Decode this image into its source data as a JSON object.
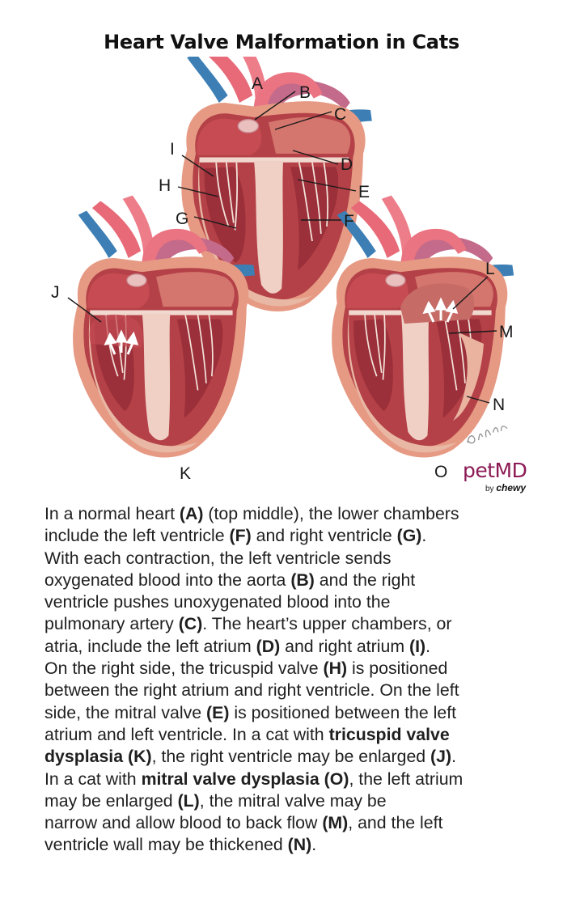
{
  "title": "Heart Valve Malformation in Cats",
  "labels": {
    "A": "A",
    "B": "B",
    "C": "C",
    "D": "D",
    "E": "E",
    "F": "F",
    "G": "G",
    "H": "H",
    "I": "I",
    "J": "J",
    "K": "K",
    "L": "L",
    "M": "M",
    "N": "N",
    "O": "O"
  },
  "brand": {
    "name": "petMD",
    "by": "by",
    "parent": "chewy"
  },
  "signature": "©Kayla 22",
  "description_lines": [
    [
      {
        "t": "In a normal heart "
      },
      {
        "t": "(A)",
        "b": true
      },
      {
        "t": " (top middle), the lower chambers"
      }
    ],
    [
      {
        "t": "include the left ventricle "
      },
      {
        "t": "(F)",
        "b": true
      },
      {
        "t": " and right ventricle "
      },
      {
        "t": "(G)",
        "b": true
      },
      {
        "t": "."
      }
    ],
    [
      {
        "t": "With each contraction, the left ventricle sends"
      }
    ],
    [
      {
        "t": "oxygenated blood into the aorta "
      },
      {
        "t": "(B)",
        "b": true
      },
      {
        "t": " and the right"
      }
    ],
    [
      {
        "t": "ventricle pushes unoxygenated blood into the"
      }
    ],
    [
      {
        "t": "pulmonary artery "
      },
      {
        "t": "(C)",
        "b": true
      },
      {
        "t": ". The heart’s upper chambers, or"
      }
    ],
    [
      {
        "t": "atria, include the left atrium "
      },
      {
        "t": "(D)",
        "b": true
      },
      {
        "t": " and right atrium "
      },
      {
        "t": "(I)",
        "b": true
      },
      {
        "t": "."
      }
    ],
    [
      {
        "t": "On the right side, the tricuspid valve "
      },
      {
        "t": "(H)",
        "b": true
      },
      {
        "t": " is positioned"
      }
    ],
    [
      {
        "t": "between the right atrium and right ventricle. On the left"
      }
    ],
    [
      {
        "t": "side, the mitral valve "
      },
      {
        "t": "(E)",
        "b": true
      },
      {
        "t": " is positioned between the left"
      }
    ],
    [
      {
        "t": "atrium and left ventricle. In a cat with "
      },
      {
        "t": "tricuspid valve",
        "b": true
      }
    ],
    [
      {
        "t": "dysplasia (K)",
        "b": true
      },
      {
        "t": ", the right ventricle may be enlarged "
      },
      {
        "t": "(J)",
        "b": true
      },
      {
        "t": "."
      }
    ],
    [
      {
        "t": "In a cat with "
      },
      {
        "t": "mitral valve dysplasia (O)",
        "b": true
      },
      {
        "t": ", the left atrium"
      }
    ],
    [
      {
        "t": "may be enlarged "
      },
      {
        "t": "(L)",
        "b": true
      },
      {
        "t": ", the mitral valve may be"
      }
    ],
    [
      {
        "t": "narrow and allow blood to back flow "
      },
      {
        "t": "(M)",
        "b": true
      },
      {
        "t": ", and the left"
      }
    ],
    [
      {
        "t": "ventricle wall may be thickened "
      },
      {
        "t": "(N)",
        "b": true
      },
      {
        "t": "."
      }
    ]
  ]
}
